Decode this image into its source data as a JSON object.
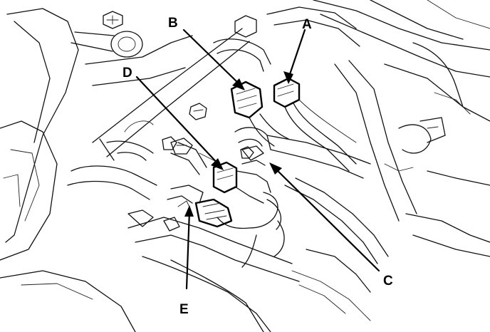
{
  "callouts": {
    "a": "A",
    "b": "B",
    "c": "C",
    "d": "D",
    "e": "E"
  },
  "colors": {
    "ink": "#000000",
    "paper": "#ffffff"
  }
}
